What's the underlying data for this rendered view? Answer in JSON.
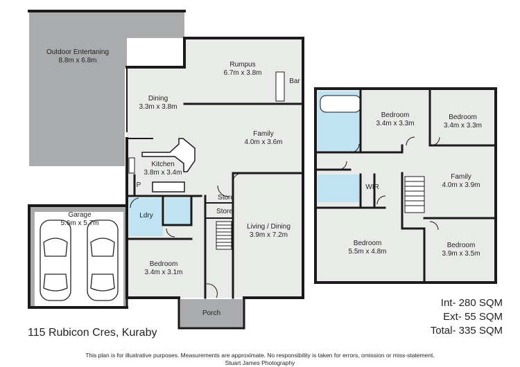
{
  "colors": {
    "wall": "#1a1a1a",
    "floor": "#e9ebe8",
    "outdoor": "#a9abad",
    "wet": "#bfe3f2",
    "garage": "#aaaaaa"
  },
  "rooms": {
    "outdoor": {
      "name": "Outdoor Entertaning",
      "dims": "8.8m x 6.8m"
    },
    "rumpus": {
      "name": "Rumpus",
      "dims": "6.7m x 3.8m"
    },
    "bar": {
      "name": "Bar"
    },
    "dining": {
      "name": "Dining",
      "dims": "3.3m x 3.8m"
    },
    "family_g": {
      "name": "Family",
      "dims": "4.0m x 3.6m"
    },
    "kitchen": {
      "name": "Kitchen",
      "dims": "3.8m x 3.4m"
    },
    "pantry": {
      "name": "P"
    },
    "store1": {
      "name": "Store"
    },
    "store2": {
      "name": "Store"
    },
    "garage": {
      "name": "Garage",
      "dims": "5.6m x 5.7m"
    },
    "laundry": {
      "name": "Ldry"
    },
    "living": {
      "name": "Living / Dining",
      "dims": "3.9m x 7.2m"
    },
    "bedroom_g": {
      "name": "Bedroom",
      "dims": "3.4m x 3.1m"
    },
    "porch": {
      "name": "Porch"
    },
    "bed_u1": {
      "name": "Bedroom",
      "dims": "3.4m x 3.3m"
    },
    "bed_u2": {
      "name": "Bedroom",
      "dims": "3.4m x 3.3m"
    },
    "family_u": {
      "name": "Family",
      "dims": "4.0m x 3.9m"
    },
    "wir": {
      "name": "WIR"
    },
    "bed_u3": {
      "name": "Bedroom",
      "dims": "5.5m x 4.8m"
    },
    "bed_u4": {
      "name": "Bedroom",
      "dims": "3.9m x 3.5m"
    }
  },
  "address": "115 Rubicon Cres, Kuraby",
  "areas": {
    "internal": "Int- 280 SQM",
    "external": "Ext- 55 SQM",
    "total": "Total- 335 SQM"
  },
  "disclaimer": "This plan is for illustrative purposes. Measurements are approximate. No responsibility is taken for errors, omission or miss-statement.",
  "credit": "Stuart James Photography"
}
